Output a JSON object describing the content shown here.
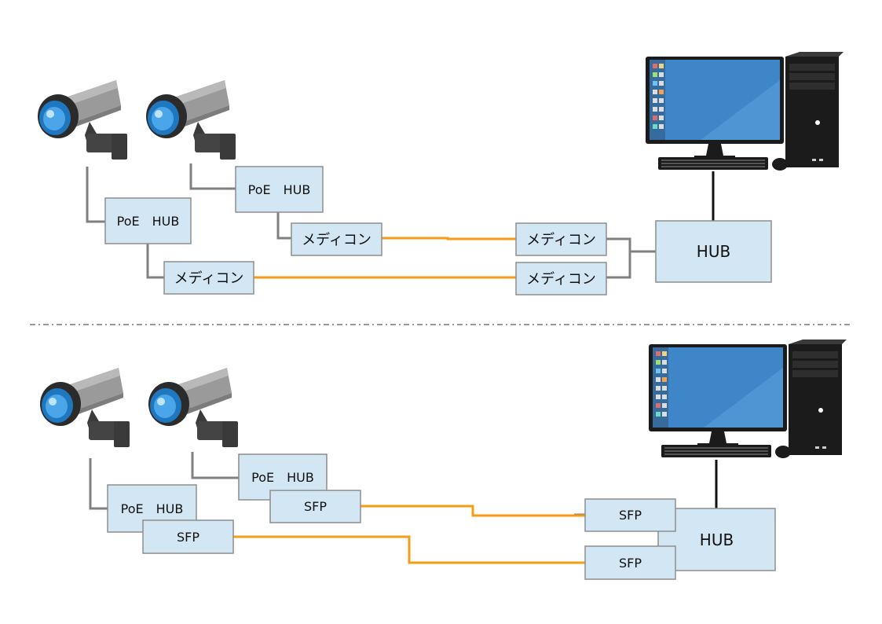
{
  "colors": {
    "box_fill": "#d3e6f3",
    "box_border": "#8e8e8e",
    "copper_link": "#808080",
    "fiber_link": "#f59d16",
    "uplink": "#111111",
    "divider": "#777777",
    "screen": "#3f86c9",
    "camera_body": "#9a9a9a",
    "camera_lens": "#2c8bd6"
  },
  "icons": {
    "camera": "security-camera-icon",
    "pc": "desktop-computer-icon"
  },
  "top_diagram": {
    "poe_hub_1": "PoE　HUB",
    "poe_hub_2": "PoE　HUB",
    "media_converter_1": "メディコン",
    "media_converter_2": "メディコン",
    "media_converter_3": "メディコン",
    "media_converter_4": "メディコン",
    "hub": "HUB"
  },
  "bottom_diagram": {
    "poe_hub_1": "PoE　HUB",
    "poe_hub_2": "PoE　HUB",
    "sfp_1": "SFP",
    "sfp_2": "SFP",
    "sfp_3": "SFP",
    "sfp_4": "SFP",
    "hub": "HUB"
  }
}
